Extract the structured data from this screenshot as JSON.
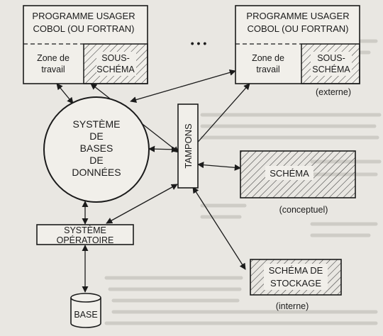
{
  "program_left": {
    "title_line1": "PROGRAMME USAGER",
    "title_line2": "COBOL (OU FORTRAN)",
    "zone_line1": "Zone de",
    "zone_line2": "travail",
    "sub_line1": "SOUS-",
    "sub_line2": "SCHÉMA"
  },
  "ellipsis": "• • •",
  "program_right": {
    "title_line1": "PROGRAMME USAGER",
    "title_line2": "COBOL (OU FORTRAN)",
    "zone_line1": "Zone de",
    "zone_line2": "travail",
    "sub_line1": "SOUS-",
    "sub_line2": "SCHÉMA",
    "caption": "(externe)"
  },
  "dbms": {
    "line1": "SYSTÈME",
    "line2": "DE",
    "line3": "BASES",
    "line4": "DE",
    "line5": "DONNÉES"
  },
  "buffers": {
    "label": "TAMPONS"
  },
  "schema": {
    "label": "SCHÉMA",
    "caption": "(conceptuel)"
  },
  "os": {
    "line1": "SYSTÈME",
    "line2": "OPÉRATOIRE"
  },
  "storage_schema": {
    "line1": "SCHÉMA DE",
    "line2": "STOCKAGE",
    "caption": "(interne)"
  },
  "base": {
    "label": "BASE"
  },
  "colors": {
    "ink": "#1b1b1b",
    "paper": "#e9e7e2",
    "box": "#f1efea",
    "hatch": "#3a3a3a"
  }
}
